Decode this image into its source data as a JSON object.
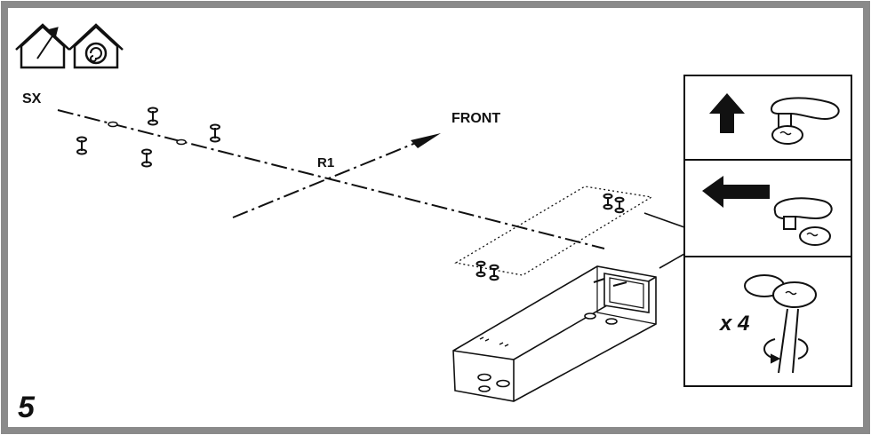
{
  "step_number": "5",
  "labels": {
    "left": "SX",
    "front": "FRONT",
    "reference": "R1",
    "quantity": "x 4"
  },
  "icons": [
    "house-arrow-icon",
    "house-spiral-icon"
  ],
  "colors": {
    "frame": "#8a8a8a",
    "ink": "#111111",
    "paper": "#ffffff"
  }
}
